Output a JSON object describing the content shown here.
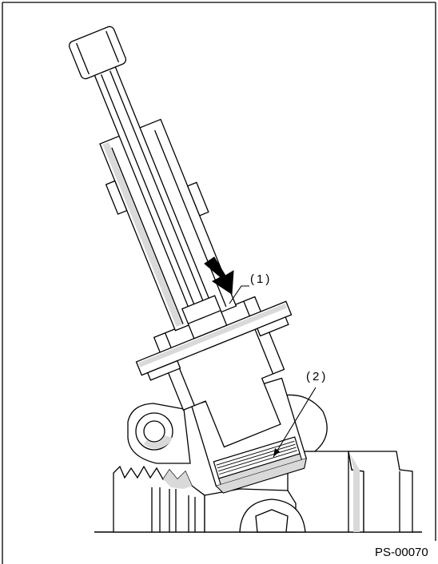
{
  "callouts": {
    "one": "(1)",
    "two": "(2)"
  },
  "figure_id": "PS-00070",
  "icons": {
    "press_arrow": "arrow-down-right-icon"
  },
  "colors": {
    "line": "#000000",
    "shade": "#d9d9d9",
    "background": "#ffffff"
  }
}
